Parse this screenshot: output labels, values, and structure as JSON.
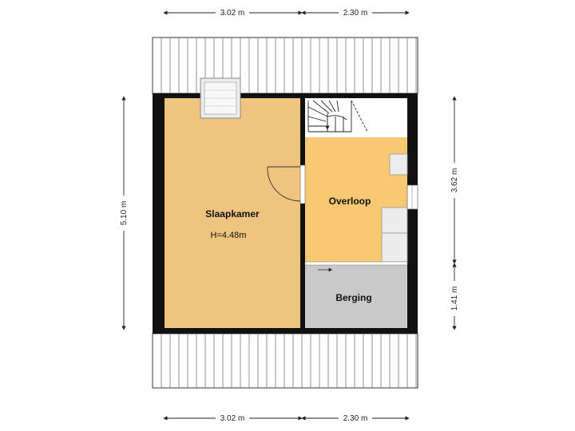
{
  "dimensions": {
    "top_left": "3.02 m",
    "top_right": "2.30 m",
    "bottom_left": "3.02 m",
    "bottom_right": "2.30 m",
    "left_height": "5.10 m",
    "right_upper": "3.62 m",
    "right_lower": "1.41 m"
  },
  "rooms": {
    "slaapkamer": {
      "name": "Slaapkamer",
      "height": "H=4.48m",
      "fill": "#eec47f"
    },
    "overloop": {
      "name": "Overloop",
      "fill": "#f9c872"
    },
    "berging": {
      "name": "Berging",
      "fill": "#c9c9c9"
    }
  },
  "colors": {
    "wall": "#111111",
    "roof": "#ffffff"
  }
}
